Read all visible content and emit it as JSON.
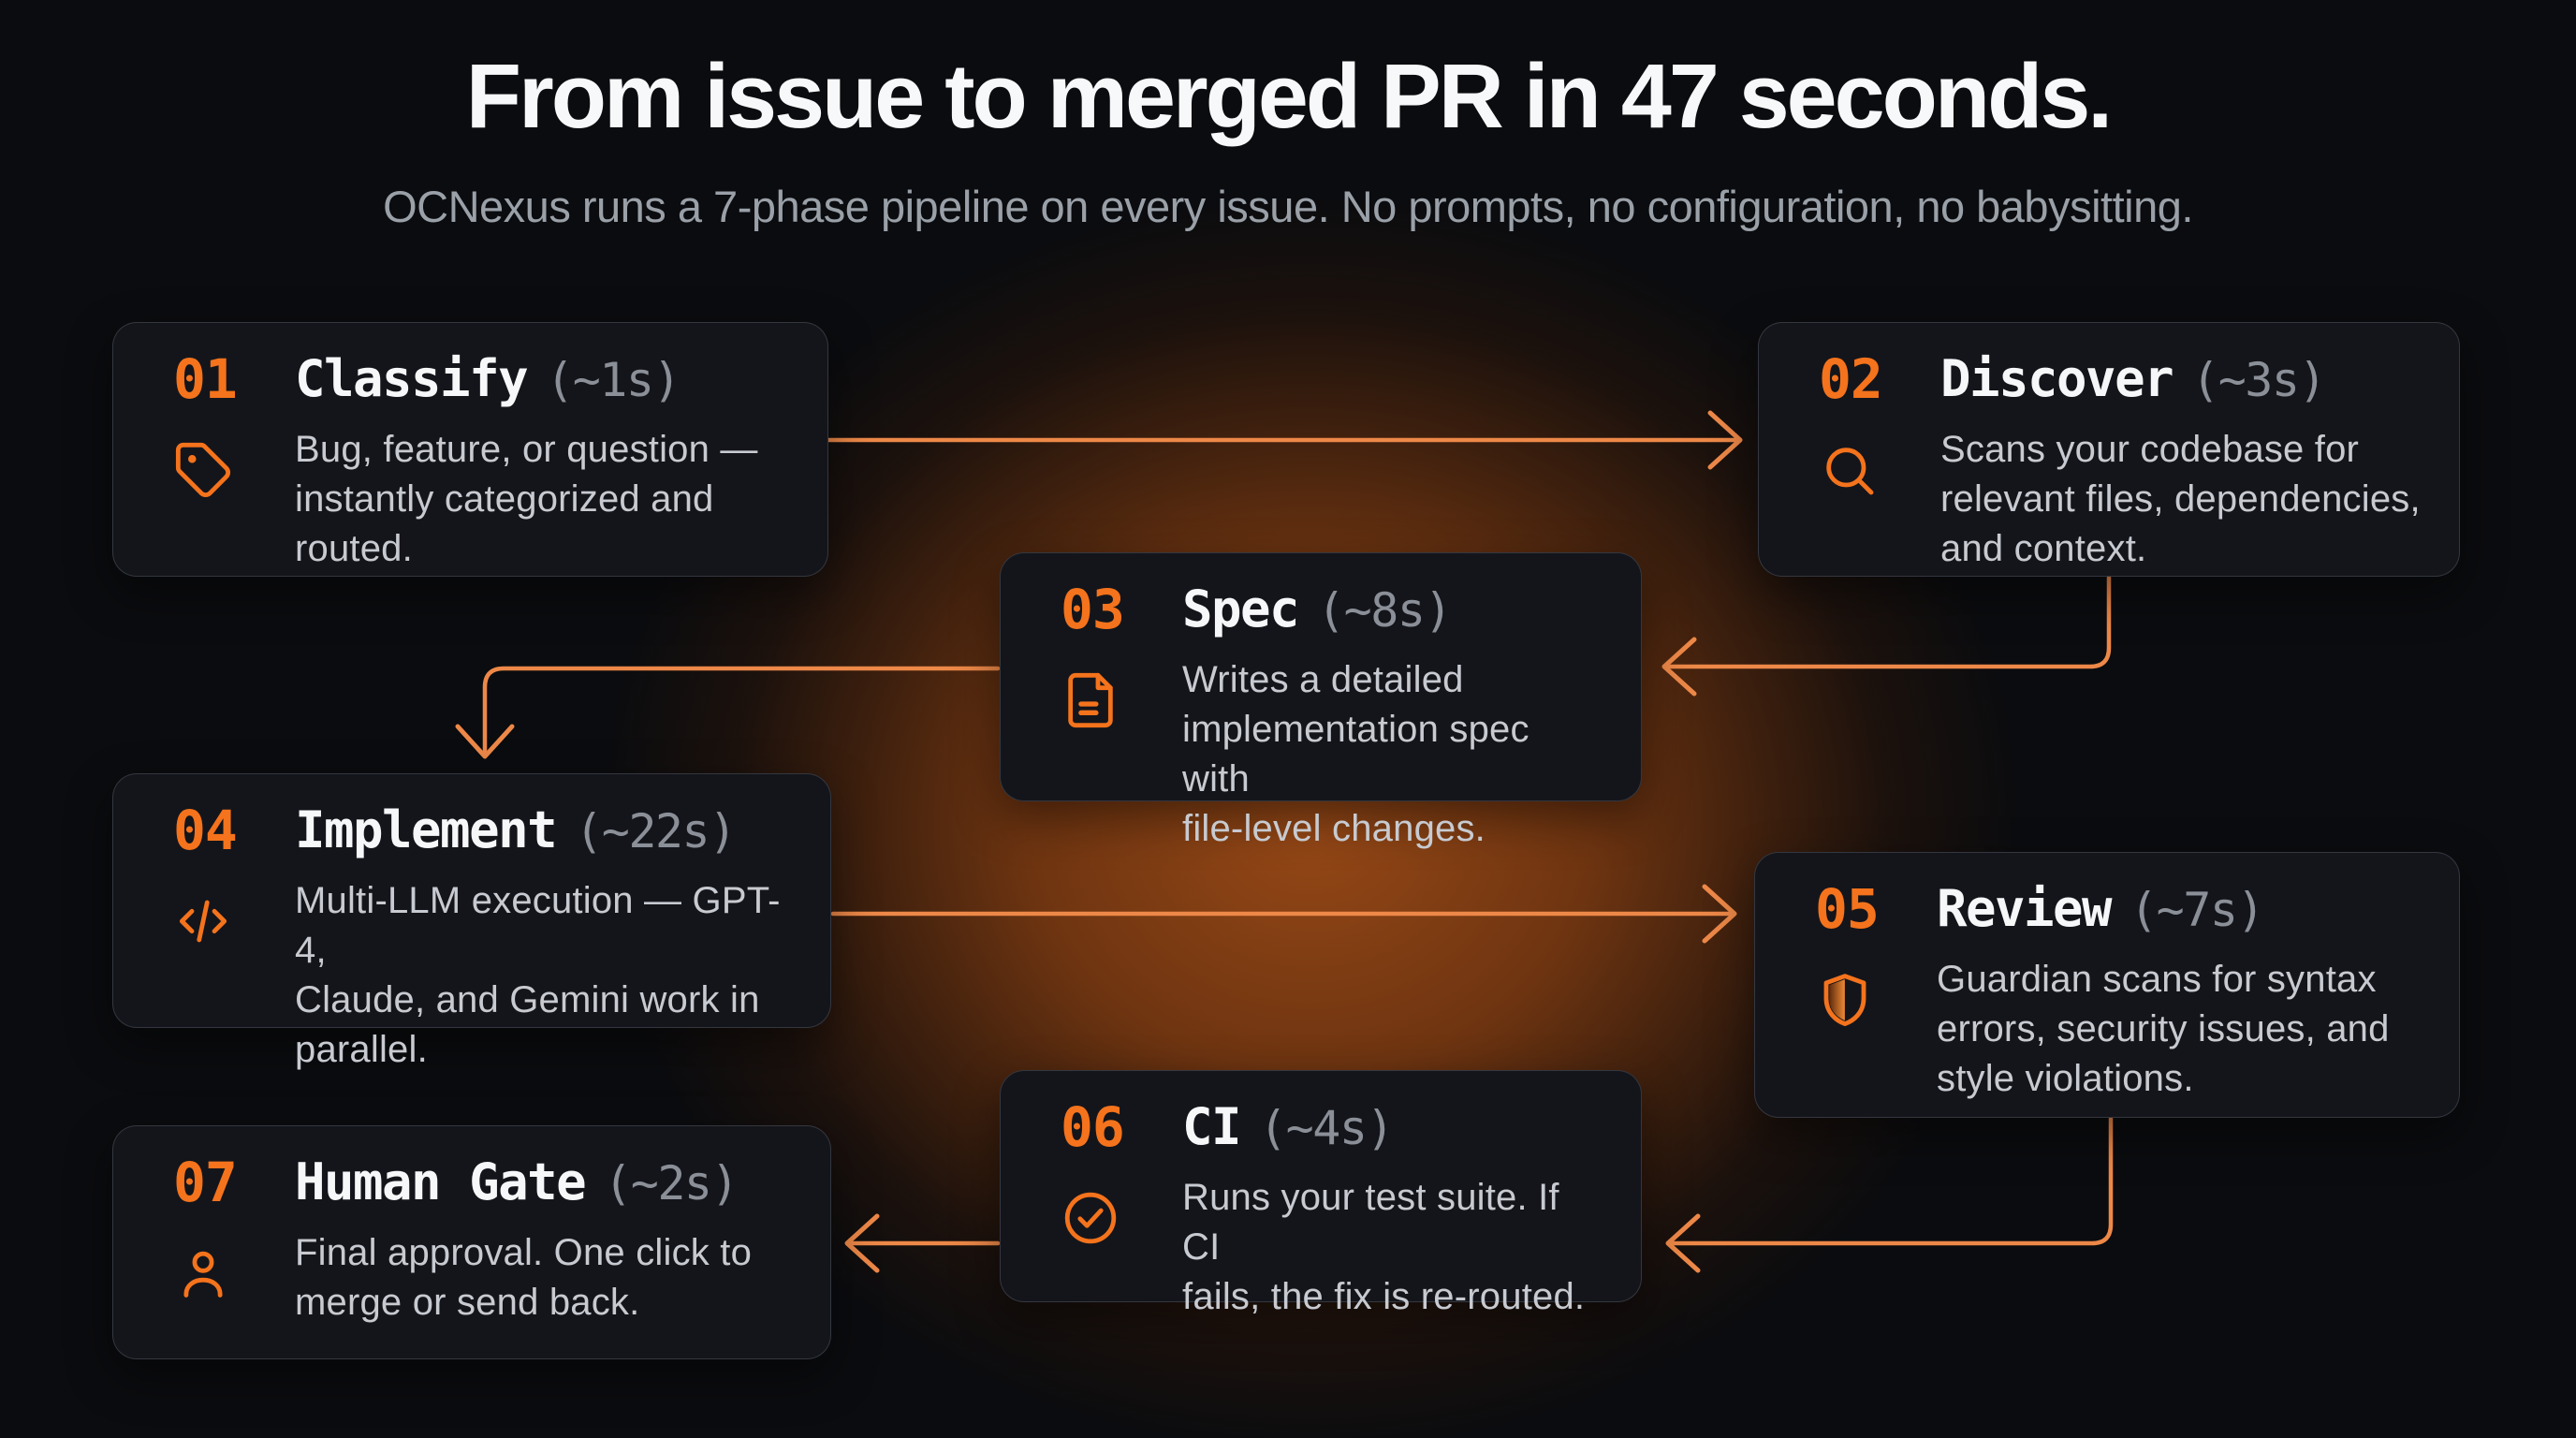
{
  "page": {
    "title": "From issue to merged PR in 47 seconds.",
    "subtitle": "OCNexus runs a 7-phase pipeline on every issue. No prompts, no configuration, no babysitting."
  },
  "colors": {
    "accent_orange": "#f4731c",
    "connector_orange": "#ed8848",
    "background": "#0b0c0f",
    "glow": "#96481a",
    "card_background": "#14151b",
    "card_border": "#4a4e59",
    "title_text": "#f7f8fa",
    "subtitle_text": "#9aa0a8",
    "body_text": "#c7cad0",
    "time_text": "#8b8f97"
  },
  "phases": [
    {
      "number": "01",
      "name": "Classify",
      "time": "(~1s)",
      "icon": "tag-icon",
      "description": "Bug, feature, or question —\ninstantly categorized and\nrouted."
    },
    {
      "number": "02",
      "name": "Discover",
      "time": "(~3s)",
      "icon": "search-icon",
      "description": "Scans your codebase for\nrelevant files, dependencies,\nand context."
    },
    {
      "number": "03",
      "name": "Spec",
      "time": "(~8s)",
      "icon": "document-icon",
      "description": "Writes a detailed\nimplementation spec with\nfile-level changes."
    },
    {
      "number": "04",
      "name": "Implement",
      "time": "(~22s)",
      "icon": "code-icon",
      "description": "Multi-LLM execution — GPT-4,\nClaude, and Gemini work in\nparallel."
    },
    {
      "number": "05",
      "name": "Review",
      "time": "(~7s)",
      "icon": "shield-icon",
      "description": "Guardian scans for syntax\nerrors, security issues, and\nstyle violations."
    },
    {
      "number": "06",
      "name": "CI",
      "time": "(~4s)",
      "icon": "check-circle-icon",
      "description": "Runs your test suite. If CI\nfails, the fix is re-routed."
    },
    {
      "number": "07",
      "name": "Human Gate",
      "time": "(~2s)",
      "icon": "user-icon",
      "description": "Final approval. One click to\nmerge or send back."
    }
  ],
  "flow": [
    {
      "from": "01 Classify",
      "to": "02 Discover"
    },
    {
      "from": "02 Discover",
      "to": "03 Spec"
    },
    {
      "from": "03 Spec",
      "to": "04 Implement"
    },
    {
      "from": "04 Implement",
      "to": "05 Review"
    },
    {
      "from": "05 Review",
      "to": "06 CI"
    },
    {
      "from": "06 CI",
      "to": "07 Human Gate"
    }
  ]
}
